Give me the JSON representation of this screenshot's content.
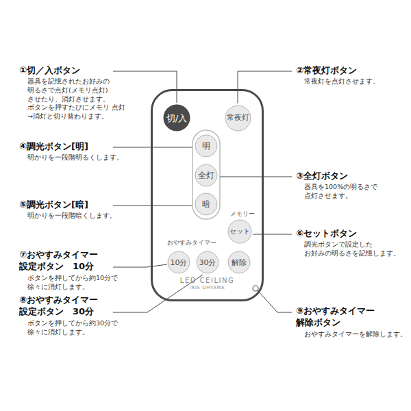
{
  "diagram": {
    "nodes": [
      {
        "text": [
          "LED CEILING",
          "IRIS OHYAMA"
        ]
      },
      {
        "text": [
          "切/入"
        ],
        "in": 0
      },
      {
        "text": [
          "常夜灯"
        ],
        "in": 0
      },
      {
        "text": [
          "明"
        ],
        "in": 0
      },
      {
        "text": [
          "全灯"
        ],
        "in": 0
      },
      {
        "text": [
          "暗"
        ],
        "in": 0
      },
      {
        "text": [
          "セット"
        ],
        "in": 0
      },
      {
        "text": [
          "10分"
        ],
        "in": 0
      },
      {
        "text": [
          "30分"
        ],
        "in": 0
      },
      {
        "text": [
          "解除"
        ],
        "in": 0
      }
    ],
    "labels": [
      "①切／入ボタン",
      "器具を記憶されたお好みの 明るさで点灯(メモリ点灯) させたり、消灯させます。 ボタンを押すたびにメモリ 点灯→消灯と切り替わります。",
      "②常夜灯ボタン",
      "常夜灯を点灯させます。",
      "④調光ボタン[明]",
      "明かりを一段階明るくします。",
      "③全灯ボタン",
      "器具を100%の明るさで 点灯させます。",
      "⑤調光ボタン[暗]",
      "明かりを一段階暗くします。",
      "⑥セットボタン",
      "調光ボタンで設定した お好みの明るさを記憶します。",
      "⑦おやすみタイマー 設定ボタン　10分",
      "ボタンを押してから約10分で 徐々に消灯します。",
      "⑧おやすみタイマー 設定ボタン　30分",
      "ボタンを押してから約30分で 徐々に消灯します。",
      "⑨おやすみタイマー 解除ボタン",
      "おやすみタイマーを解除します。",
      "メモリー",
      "おやすみタイマー"
    ]
  }
}
